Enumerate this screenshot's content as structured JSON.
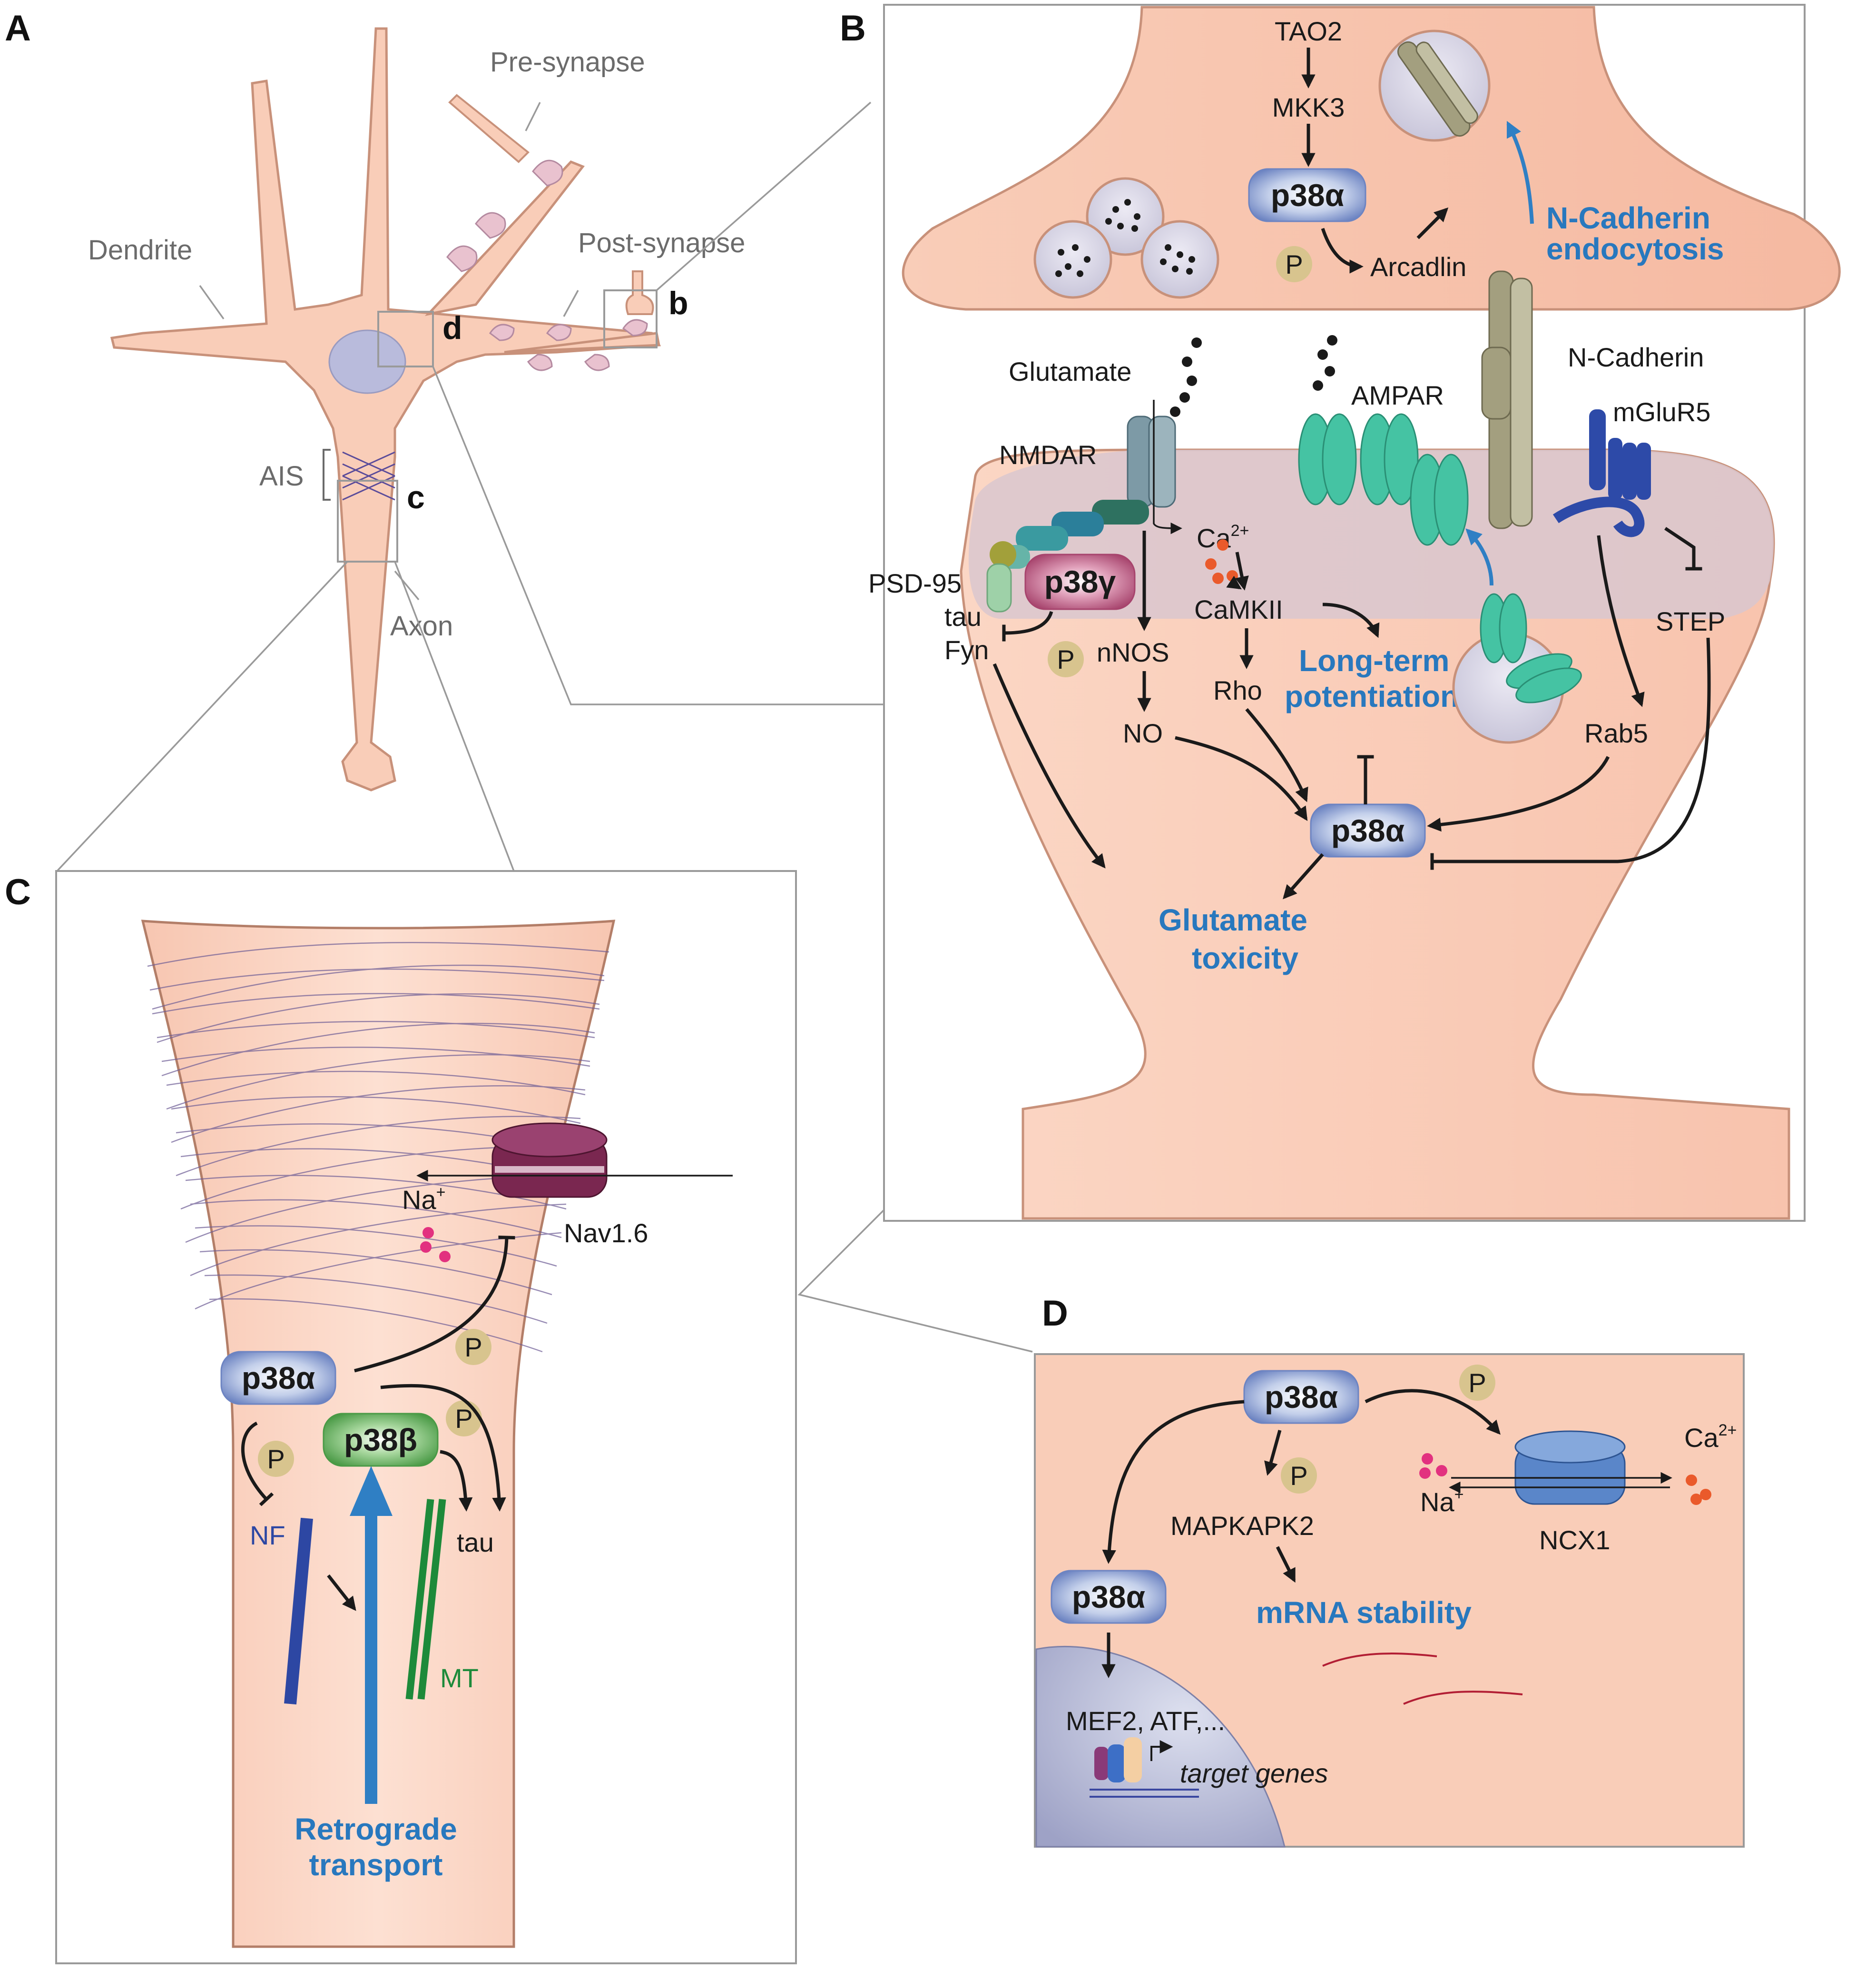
{
  "panels": {
    "a": "A",
    "b": "B",
    "c": "C",
    "d": "D"
  },
  "neuron": {
    "pre_synapse": "Pre-synapse",
    "post_synapse": "Post-synapse",
    "dendrite": "Dendrite",
    "ais": "AIS",
    "axon": "Axon",
    "box_d": "d",
    "box_b": "b",
    "box_c": "c"
  },
  "synapse": {
    "tao2": "TAO2",
    "mkk3": "MKK3",
    "p38a_pre": "p38α",
    "p_pre": "P",
    "arcadlin": "Arcadlin",
    "ncad_endo_1": "N-Cadherin",
    "ncad_endo_2": "endocytosis",
    "glutamate": "Glutamate",
    "ampar": "AMPAR",
    "ncadherin": "N-Cadherin",
    "mglur5": "mGluR5",
    "nmdar": "NMDAR",
    "ca": "Ca",
    "ca_sup": "2+",
    "psd95": "PSD-95",
    "p38g": "p38γ",
    "tau": "tau",
    "fyn": "Fyn",
    "p_post": "P",
    "nnos": "nNOS",
    "camkii": "CaMKII",
    "ltp_1": "Long-term",
    "ltp_2": "potentiation",
    "step": "STEP",
    "no": "NO",
    "rho": "Rho",
    "rab5": "Rab5",
    "p38a_post": "p38α",
    "tox_1": "Glutamate",
    "tox_2": "toxicity"
  },
  "axon_panel": {
    "na": "Na",
    "na_sup": "+",
    "nav": "Nav1.6",
    "p38a": "p38α",
    "p38b": "p38β",
    "p1": "P",
    "p2": "P",
    "p3": "P",
    "nf": "NF",
    "tau": "tau",
    "mt": "MT",
    "retro_1": "Retrograde",
    "retro_2": "transport"
  },
  "soma_panel": {
    "p38a_top": "p38α",
    "p1": "P",
    "p2": "P",
    "ca": "Ca",
    "ca_sup": "2+",
    "na": "Na",
    "na_sup": "+",
    "ncx1": "NCX1",
    "mapkapk2": "MAPKAPK2",
    "mrna": "mRNA stability",
    "p38a_nuc": "p38α",
    "mef2": "MEF2, ATF,...",
    "target": "target genes"
  },
  "colors": {
    "cell_fill": "#f9cdb8",
    "cell_stroke": "#c8917a",
    "highlight_blue": "#2878be",
    "kinase_blue": "#9fb0d8",
    "kinase_pink": "#c06a8c",
    "kinase_green": "#7cbf74",
    "phospho": "#d8c48e",
    "receptor_teal": "#45c3a3",
    "ncadherin": "#a39f7f",
    "mglur5": "#2d4aa8",
    "nav": "#7a2750",
    "ncx1": "#5a86c9",
    "nf": "#2d47a3",
    "mt": "#1d8a3a"
  }
}
